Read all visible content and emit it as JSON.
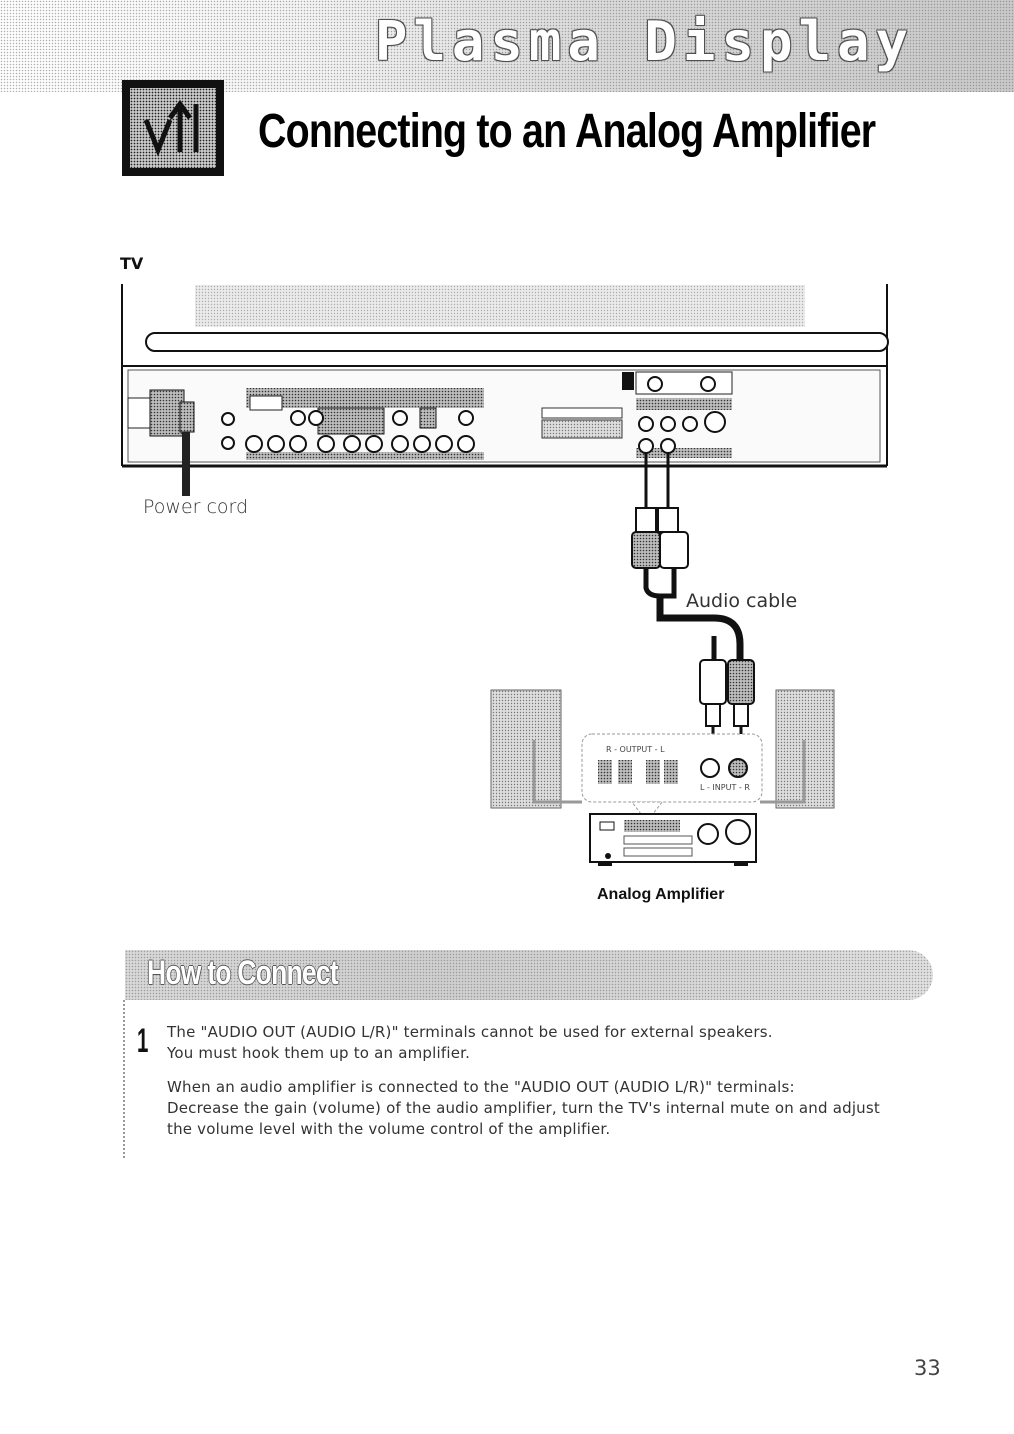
{
  "header": {
    "brand": "Plasma Display",
    "title": "Connecting to an Analog Amplifier"
  },
  "diagram": {
    "tv_label": "TV",
    "power_cord_label": "Power cord",
    "audio_cable_label": "Audio cable",
    "amplifier_label": "Analog Amplifier",
    "amp_output_label": "R - OUTPUT - L",
    "amp_input_label": "L - INPUT - R"
  },
  "how_to": {
    "title": "How to Connect",
    "step_number": "1",
    "step_text_1": "The \"AUDIO OUT (AUDIO L/R)\" terminals cannot be used for external speakers.",
    "step_text_2": "You must hook them up to an amplifier.",
    "note_1": "When an audio amplifier is connected to the \"AUDIO OUT (AUDIO L/R)\" terminals:",
    "note_2": "Decrease the gain (volume) of the audio amplifier, turn the TV's internal mute on and adjust",
    "note_3": "the volume level with the volume control of the amplifier."
  },
  "page_number": "33"
}
